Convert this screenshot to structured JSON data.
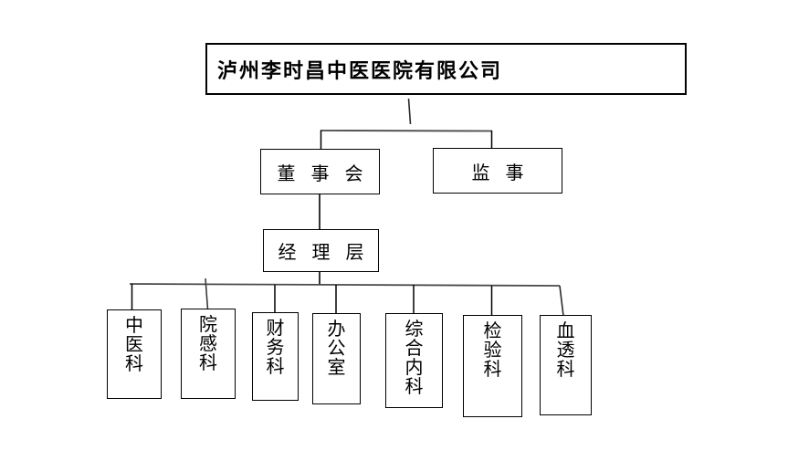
{
  "org_chart": {
    "title": "泸州李时昌中医医院有限公司",
    "board_label": "董事会",
    "supervisor_label": "监事",
    "management_label": "经理层",
    "departments": [
      "中医科",
      "院感科",
      "财务科",
      "办公室",
      "综合内科",
      "检验科",
      "血透科"
    ]
  },
  "colors": {
    "background": "#ffffff",
    "box_border": "#000000",
    "text": "#000000",
    "connector_dark": "#000000",
    "connector_gray": "#4a4a4a"
  }
}
